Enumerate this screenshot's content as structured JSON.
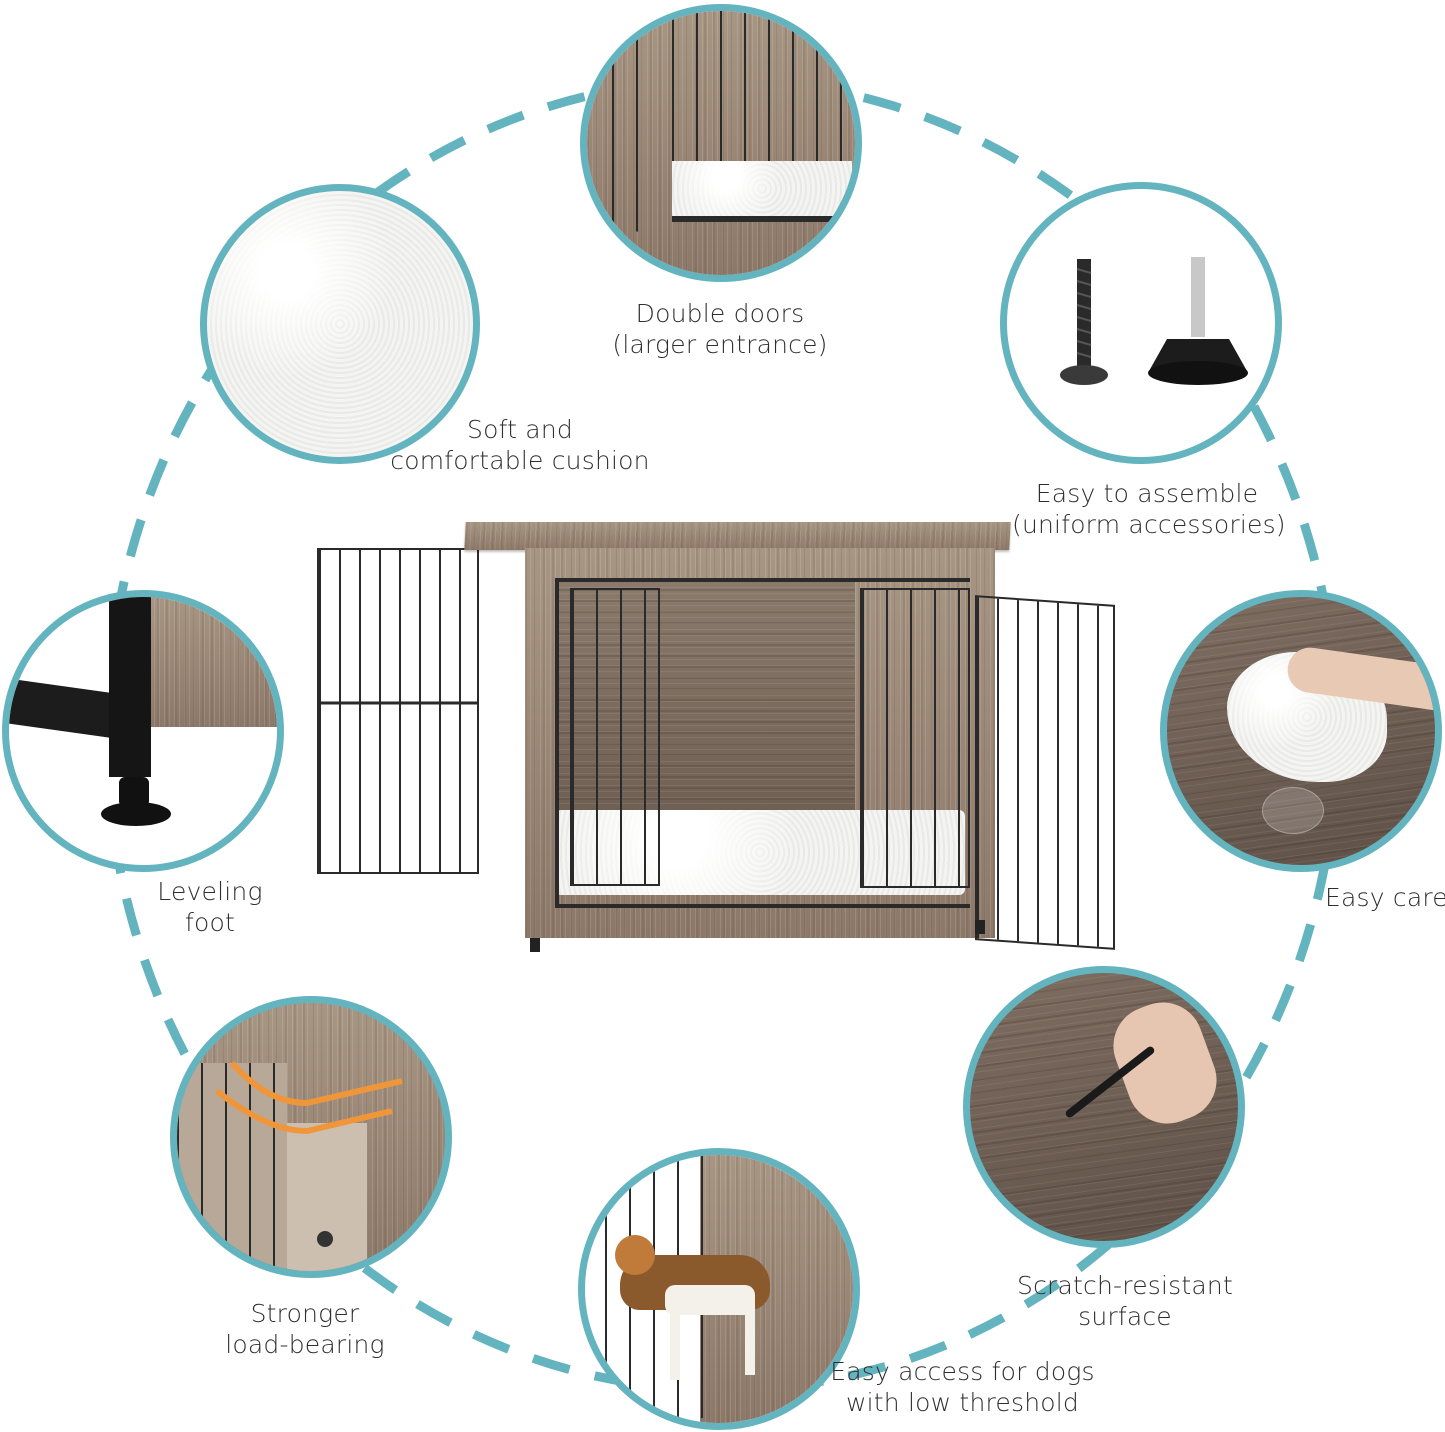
{
  "theme": {
    "ring_color": "#63b4bf",
    "label_color": "#2e2e2e",
    "wood_color": "#9a8676",
    "highlight_color": "#f0963a"
  },
  "center_product": {
    "name": "wooden-dog-crate-with-double-doors"
  },
  "features": [
    {
      "id": "double-doors",
      "image": "crate-double-door-closeup",
      "label_lines": [
        "Double doors",
        "(larger entrance)"
      ]
    },
    {
      "id": "easy-assemble",
      "image": "screw-and-leveling-foot-hardware",
      "label_lines": [
        "Easy to assemble",
        "(uniform accessories)"
      ]
    },
    {
      "id": "easy-care",
      "image": "hand-wiping-wood-surface-with-towel",
      "label_lines": [
        "Easy care"
      ]
    },
    {
      "id": "scratch-resistant",
      "image": "pen-scratching-wood-surface",
      "label_lines": [
        "Scratch-resistant",
        "surface"
      ]
    },
    {
      "id": "easy-access",
      "image": "beagle-entering-crate",
      "label_lines": [
        "Easy access for dogs",
        "with low threshold"
      ]
    },
    {
      "id": "load-bearing",
      "image": "wood-corner-reinforcement",
      "label_lines": [
        "Stronger",
        "load-bearing"
      ]
    },
    {
      "id": "leveling-foot",
      "image": "adjustable-leveling-foot",
      "label_lines": [
        "Leveling",
        "foot"
      ]
    },
    {
      "id": "soft-cushion",
      "image": "white-fleece-cushion",
      "label_lines": [
        "Soft and",
        "comfortable cushion"
      ]
    }
  ]
}
